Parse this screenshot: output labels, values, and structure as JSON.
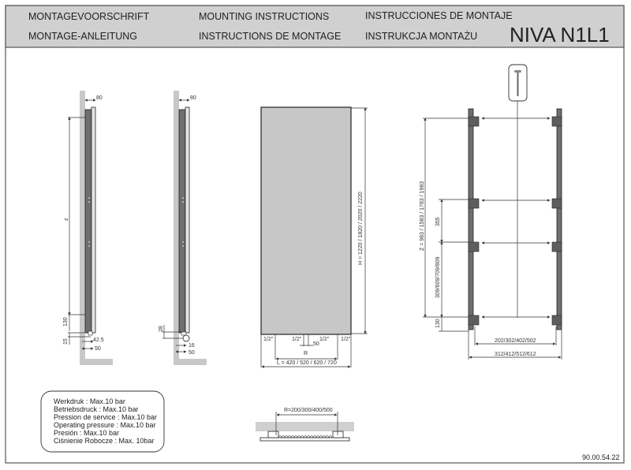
{
  "header": {
    "col1": [
      "MONTAGEVOORSCHRIFT",
      "MONTAGE-ANLEITUNG"
    ],
    "col2": [
      "MOUNTING INSTRUCTIONS",
      "INSTRUCTIONS DE MONTAGE"
    ],
    "col3": [
      "INSTRUCCIONES DE MONTAJE",
      "INSTRUKCJA MONTAŻU"
    ],
    "model": "NIVA N1L1"
  },
  "side_view_1": {
    "depth": "80",
    "z": "z",
    "bottom_offset": "130",
    "floor_gap": "15",
    "connection_depth": "42.5",
    "wall_distance": "50"
  },
  "side_view_2": {
    "depth": "80",
    "pipe_height": "28",
    "pipe_offset": "16",
    "wall_distance": "50"
  },
  "front_view": {
    "height": "H = 1220 / 1820 / 2020 / 2220",
    "width": "L = 420 / 520 / 620 / 720",
    "connections": [
      "1/2\"",
      "1/2\"",
      "1/2\"",
      "1/2\""
    ],
    "center_offset": "50",
    "r_label": "R"
  },
  "bracket_view": {
    "z": "Z = 983 / 1583 / 1783 / 1983",
    "spacing_top": "355",
    "spacing_mid": "309/609/709/809",
    "bottom": "130",
    "inner_width": "202/302/402/502",
    "outer_width": "312/412/512/612",
    "screw_icon": "screw-icon"
  },
  "pressure_specs": [
    "Werkdruk : Max.10 bar",
    "Betriebsdruck : Max.10 bar",
    "Pression de service : Max.10 bar",
    "Operating pressure : Max.10 bar",
    "Presión : Max.10 bar",
    "Ciśnienie Robocze : Max. 10bar"
  ],
  "top_view": {
    "r_values": "R=200/300/400/500"
  },
  "document_code": "90.00.54.22"
}
